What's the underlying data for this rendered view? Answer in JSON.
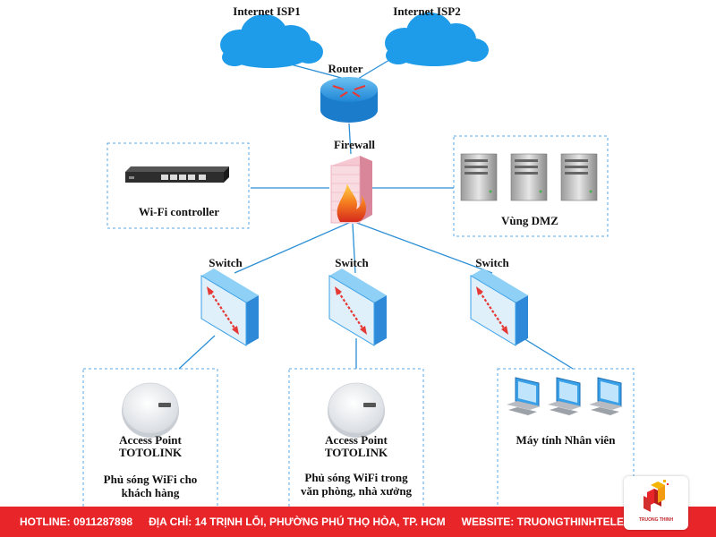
{
  "isp1": "Internet ISP1",
  "isp2": "Internet ISP2",
  "router": "Router",
  "firewall": "Firewall",
  "wifi_controller": "Wi-Fi controller",
  "dmz": "Vùng DMZ",
  "switch_label": "Switch",
  "ap_left": {
    "line1": "Access Point",
    "line2": "TOTOLINK",
    "desc1": "Phủ sóng WiFi cho",
    "desc2": "khách hàng"
  },
  "ap_middle": {
    "line1": "Access Point",
    "line2": "TOTOLINK",
    "desc1": "Phủ sóng WiFi trong",
    "desc2": "văn phòng, nhà xưởng"
  },
  "staff_pcs": "Máy tính Nhân viên",
  "footer": {
    "hotline": "HOTLINE: 0911287898",
    "address": "ĐỊA CHỈ: 14 TRỊNH LỖI, PHƯỜNG PHÚ THỌ HÒA, TP. HCM",
    "website": "WEBSITE: TRUONGTHINHTELECOM.COM"
  },
  "logo_text": "TRUONG THINH",
  "colors": {
    "cloud": "#1e9be9",
    "link": "#2b8fd6",
    "footer_bg": "#e8262a",
    "switch_side": "#3aa0e8",
    "switch_face": "#dff0fb",
    "arrow": "#e53935"
  }
}
